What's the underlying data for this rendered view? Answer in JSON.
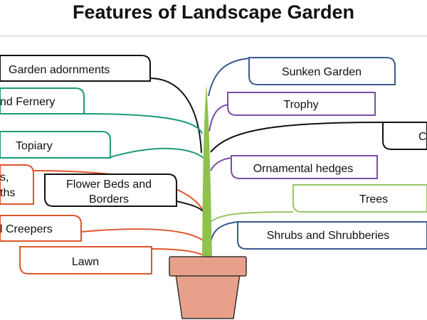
{
  "title": "Features of Landscape Garden",
  "colors": {
    "black": "#111111",
    "teal": "#1a9a78",
    "orange": "#e0552a",
    "blue": "#3a5a8e",
    "purple": "#7a4ea8",
    "light_green": "#97c562",
    "stem": "#8fc24a",
    "pot": "#e8a08a",
    "pot_stroke": "#333333"
  },
  "features": {
    "garden_adornments": "Garden adornments",
    "fernery": "nd Fernery",
    "topiary": "Topiary",
    "paths_line1": "s,",
    "paths_line2": "ths",
    "flower_beds_line1": "Flower Beds and",
    "flower_beds_line2": "Borders",
    "creepers": "l Creepers",
    "lawn": "Lawn",
    "sunken_garden": "Sunken Garden",
    "trophy": "Trophy",
    "cropped_right": "C",
    "ornamental_hedges": "Ornamental hedges",
    "trees": "Trees",
    "shrubs": "Shrubs and Shrubberies"
  }
}
